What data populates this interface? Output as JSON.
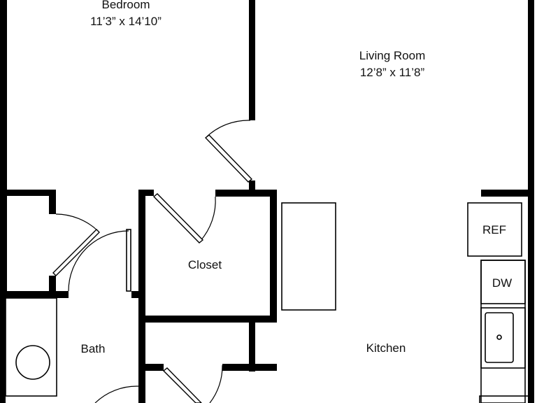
{
  "plan": {
    "rooms": [
      {
        "id": "bedroom",
        "name": "Bedroom",
        "dims": "11’3” x 14’10”"
      },
      {
        "id": "living",
        "name": "Living Room",
        "dims": "12’8” x 11’8”"
      },
      {
        "id": "closet",
        "name": "Closet"
      },
      {
        "id": "bath",
        "name": "Bath"
      },
      {
        "id": "kitchen",
        "name": "Kitchen"
      }
    ],
    "appliances": {
      "ref": "REF",
      "dw": "DW"
    }
  }
}
